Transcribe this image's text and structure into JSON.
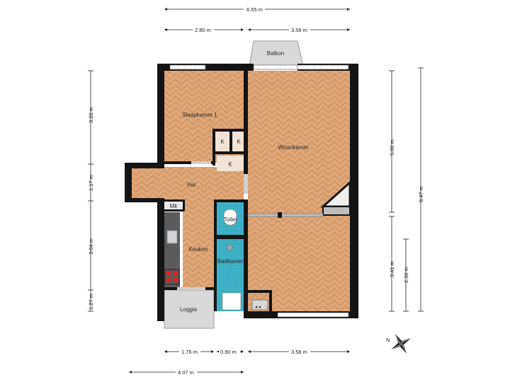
{
  "plan": {
    "rooms": {
      "balkon": "Balkon",
      "slaapkamer": "Slaapkamer 1",
      "woonkamer": "Woonkamer",
      "hal": "Hal",
      "mk": "Mk",
      "toilet": "Toilet",
      "keuken": "Keuken",
      "badkamer": "Badkamer",
      "loggia": "Loggia",
      "k1": "K",
      "k2": "K",
      "k3": "K"
    },
    "dimensions": {
      "top_total": "6.55 m",
      "top_left": "2.80 m",
      "top_right": "3.58 m",
      "left_1": "3.26 m",
      "left_2": "1.17 m",
      "left_3": "3.04 m",
      "left_4": "1.27 m",
      "right_1": "5.00 m",
      "right_2": "3.41 m",
      "right_3": "2.50 m",
      "right_total": "8.47 m",
      "bottom_1": "1.76 m",
      "bottom_2": "0.90 m",
      "bottom_3": "3.58 m",
      "bottom_total": "4.07 m"
    },
    "compass_label": "N"
  }
}
